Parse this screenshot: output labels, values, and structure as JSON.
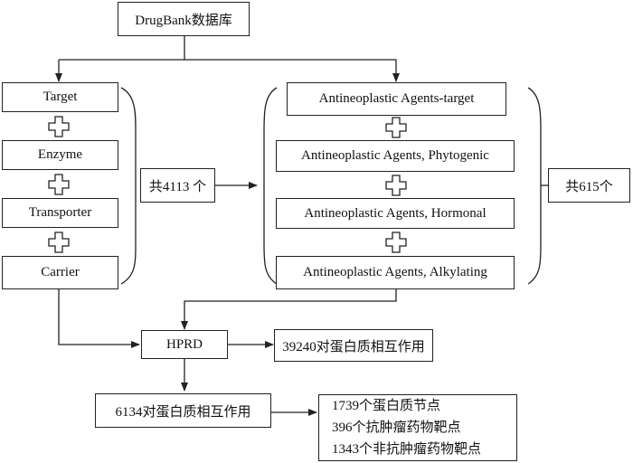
{
  "diagram": {
    "source": "DrugBank数据库",
    "left_categories": [
      "Target",
      "Enzyme",
      "Transporter",
      "Carrier"
    ],
    "left_total": "共4113 个",
    "right_categories": [
      "Antineoplastic Agents-target",
      "Antineoplastic Agents, Phytogenic",
      "Antineoplastic Agents, Hormonal",
      "Antineoplastic Agents, Alkylating"
    ],
    "right_total": "共615个",
    "hprd": "HPRD",
    "hprd_result": "39240对蛋白质相互作用",
    "filtered": "6134对蛋白质相互作用",
    "results": [
      "1739个蛋白质节点",
      "396个抗肿瘤药物靶点",
      "1343个非抗肿瘤药物靶点"
    ]
  }
}
